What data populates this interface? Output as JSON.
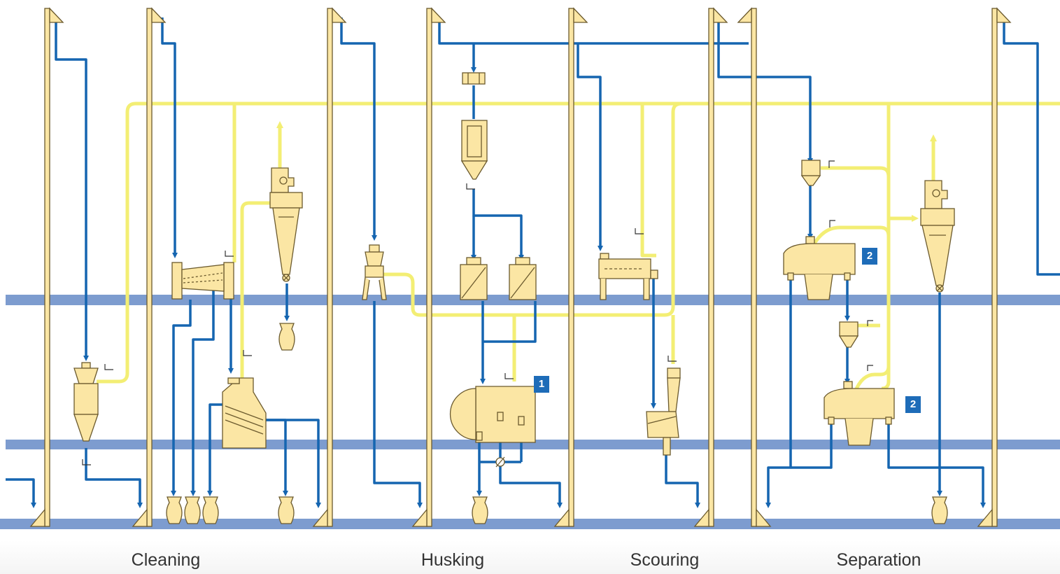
{
  "sections": [
    {
      "label": "Cleaning"
    },
    {
      "label": "Husking"
    },
    {
      "label": "Scouring"
    },
    {
      "label": "Separation"
    }
  ],
  "badges": [
    {
      "label": "1"
    },
    {
      "label": "2"
    },
    {
      "label": "2"
    }
  ],
  "colors": {
    "floor": "#7d9ccf",
    "product_line": "#1565b0",
    "air_line": "#f3ee74",
    "machine_fill": "#fbe6a4",
    "machine_stroke": "#6b5a2e",
    "badge": "#1e6cb8"
  }
}
